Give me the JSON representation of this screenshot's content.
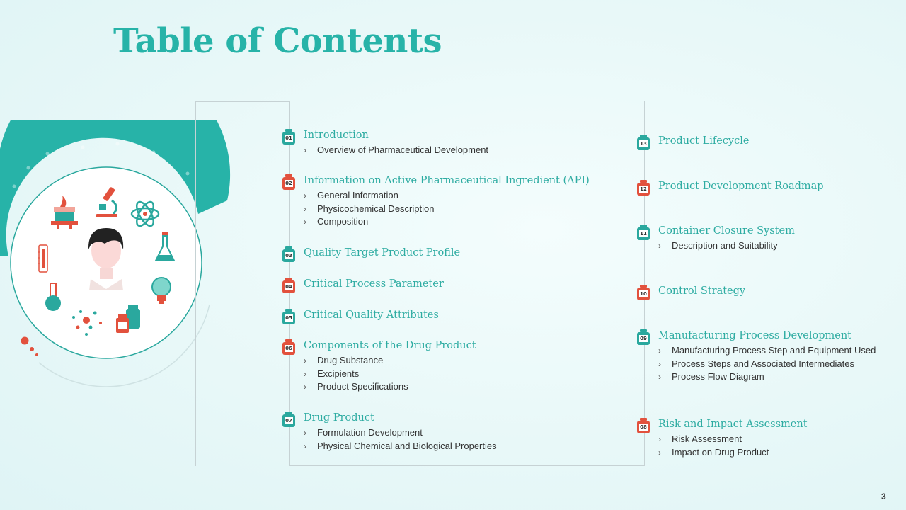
{
  "title": "Table of Contents",
  "page_number": "3",
  "colors": {
    "teal": "#2aa89e",
    "red": "#e2513d",
    "title": "#27b3a8"
  },
  "illustration": {
    "icons": [
      "microscope-icon",
      "atom-icon",
      "bunsen-burner-icon",
      "thermometer-icon",
      "flask-icon",
      "light-bulb-icon",
      "round-flask-icon",
      "molecule-icon",
      "medicine-bottle-icon",
      "scientist-avatar"
    ]
  },
  "left_items": [
    {
      "num": "01",
      "color": "teal",
      "title": "Introduction",
      "subs": [
        "Overview  of Pharmaceutical Development"
      ]
    },
    {
      "num": "02",
      "color": "red",
      "title": "Information on Active Pharmaceutical Ingredient (API)",
      "subs": [
        "General Information",
        "Physicochemical Description",
        "Composition"
      ]
    },
    {
      "num": "03",
      "color": "teal",
      "title": "Quality Target Product Profile",
      "subs": []
    },
    {
      "num": "04",
      "color": "red",
      "title": "Critical Process Parameter",
      "subs": []
    },
    {
      "num": "05",
      "color": "teal",
      "title": "Critical Quality Attributes",
      "subs": []
    },
    {
      "num": "06",
      "color": "red",
      "title": "Components of the Drug Product",
      "subs": [
        "Drug Substance",
        "Excipients",
        "Product Specifications"
      ]
    },
    {
      "num": "07",
      "color": "teal",
      "title": "Drug Product",
      "subs": [
        "Formulation Development",
        "Physical Chemical and Biological Properties"
      ]
    }
  ],
  "right_items": [
    {
      "num": "13",
      "color": "teal",
      "title": "Product Lifecycle",
      "subs": []
    },
    {
      "num": "12",
      "color": "red",
      "title": "Product Development Roadmap",
      "subs": []
    },
    {
      "num": "11",
      "color": "teal",
      "title": "Container Closure System",
      "subs": [
        "Description and Suitability"
      ]
    },
    {
      "num": "10",
      "color": "red",
      "title": "Control Strategy",
      "subs": []
    },
    {
      "num": "09",
      "color": "teal",
      "title": "Manufacturing Process Development",
      "subs": [
        "Manufacturing Process Step and Equipment Used",
        "Process Steps and Associated Intermediates",
        "Process Flow Diagram"
      ]
    },
    {
      "num": "08",
      "color": "red",
      "title": "Risk and Impact Assessment",
      "subs": [
        "Risk Assessment",
        "Impact on Drug Product"
      ]
    }
  ]
}
